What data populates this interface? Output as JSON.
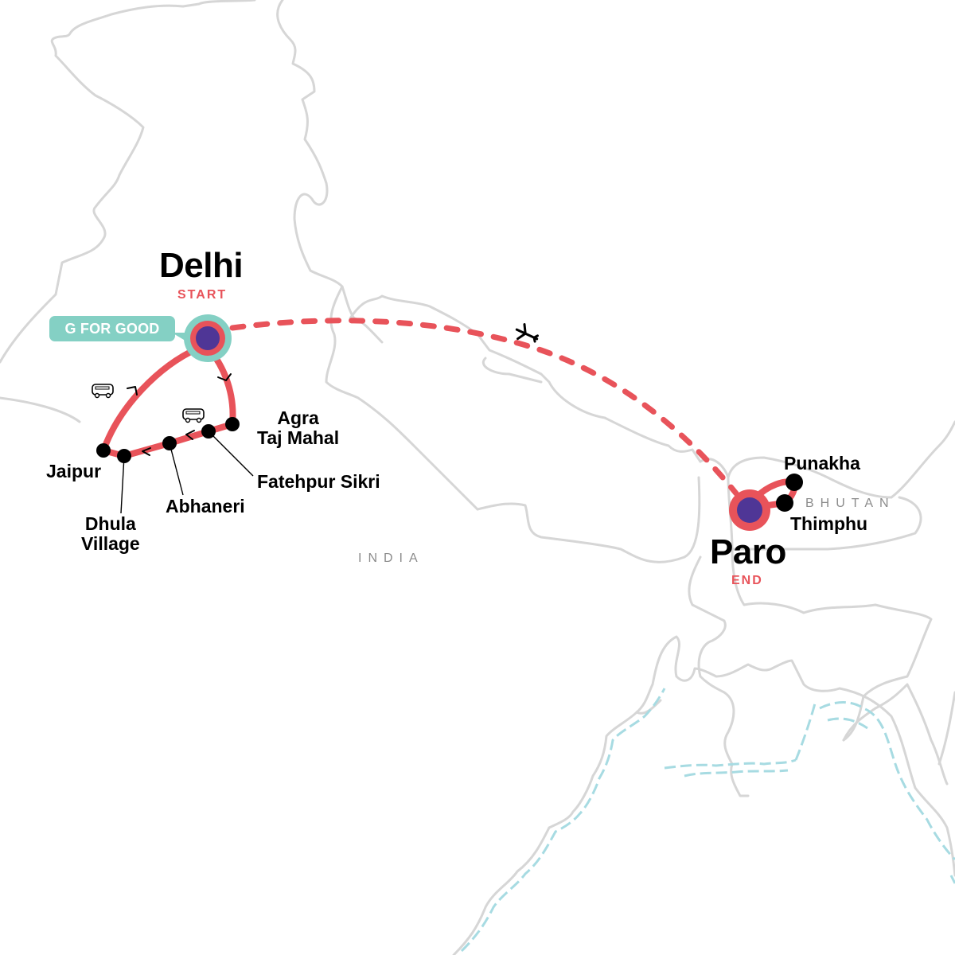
{
  "colors": {
    "route": "#e8535a",
    "border": "#d6d6d6",
    "water_hatch": "#a7dbe2",
    "badge_bg": "#84d0c4",
    "start_end_fill": "#4f3696",
    "stop_fill": "#000000",
    "country_label": "#8c8c8c"
  },
  "countries": {
    "india": "INDIA",
    "bhutan": "BHUTAN"
  },
  "start": {
    "name": "Delhi",
    "tag": "START",
    "badge": "G FOR GOOD"
  },
  "end": {
    "name": "Paro",
    "tag": "END"
  },
  "stops": {
    "agra": [
      "Agra",
      "Taj Mahal"
    ],
    "fatehpur": "Fatehpur Sikri",
    "abhaneri": "Abhaneri",
    "dhula": [
      "Dhula",
      "Village"
    ],
    "jaipur": "Jaipur",
    "punakha": "Punakha",
    "thimphu": "Thimphu"
  },
  "transport_icons": [
    "bus-icon",
    "bus-icon",
    "plane-icon"
  ]
}
